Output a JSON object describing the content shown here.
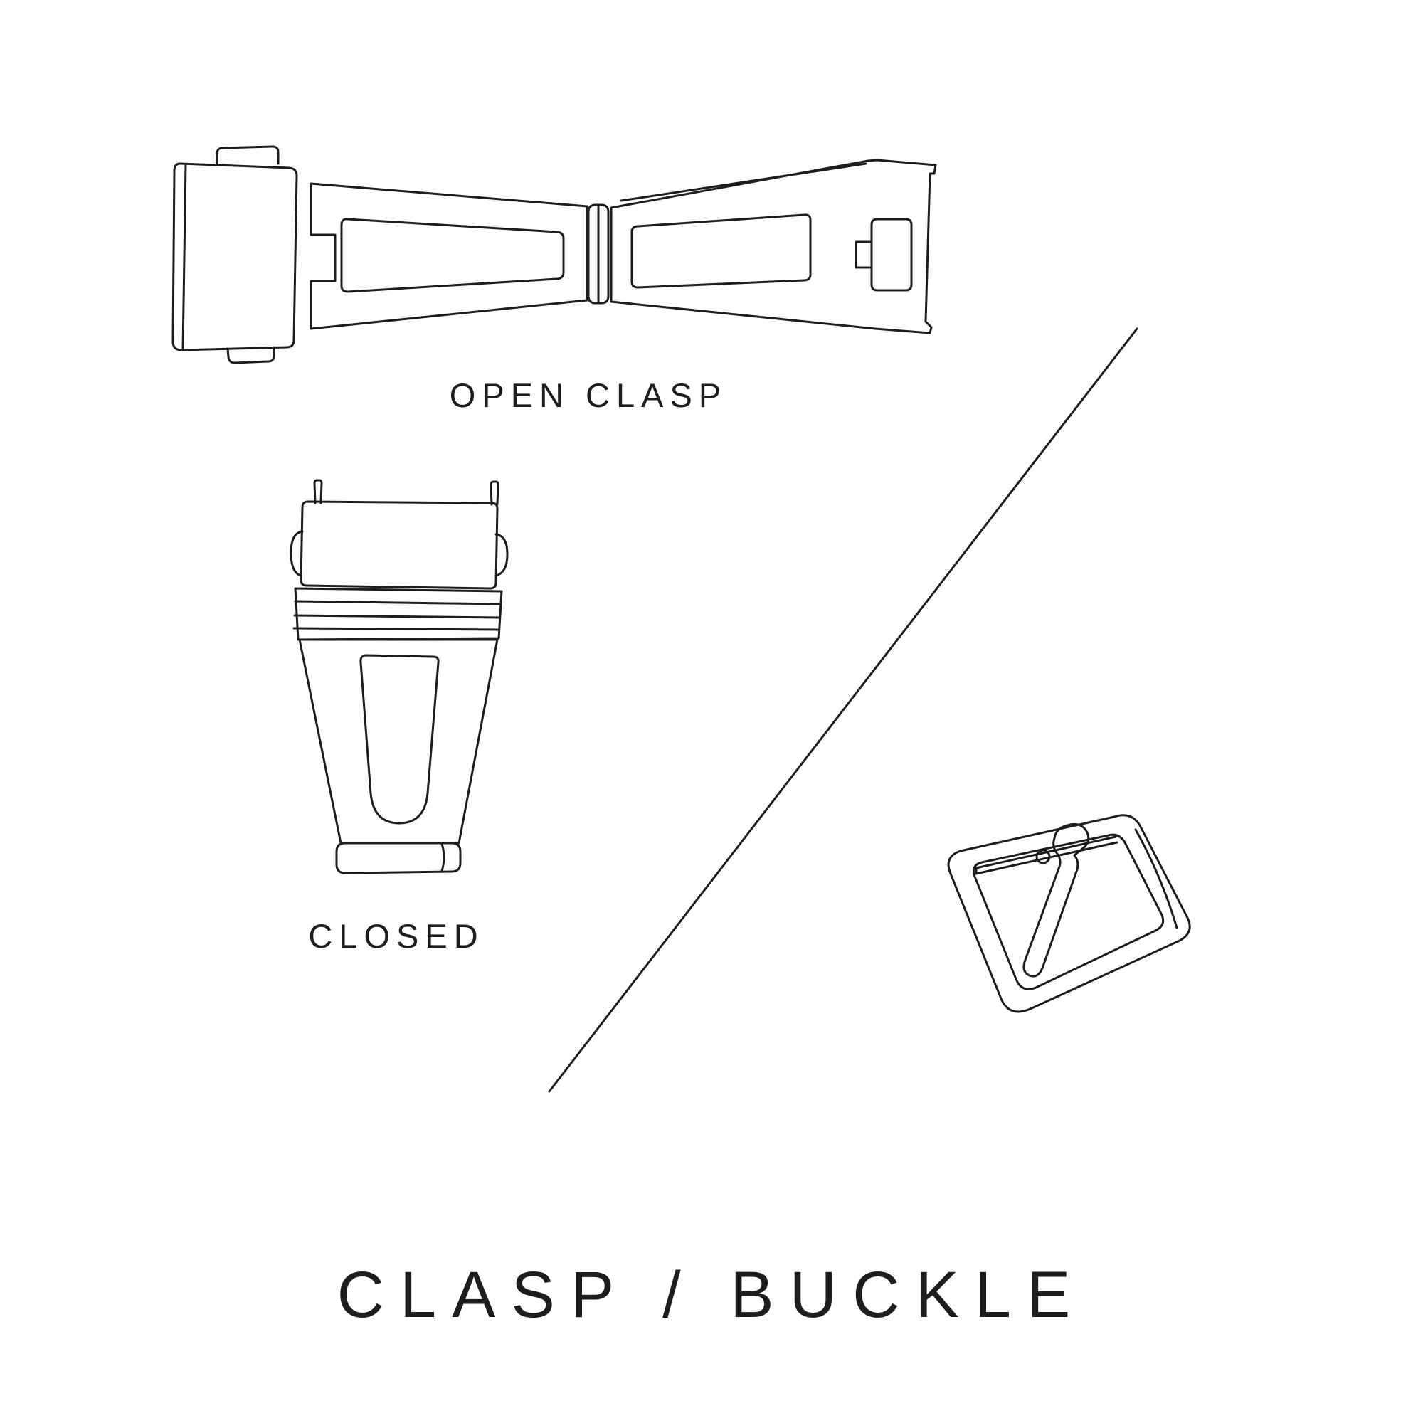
{
  "page": {
    "background_color": "#ffffff",
    "line_color": "#1d1d1b",
    "text_color": "#1d1d1b"
  },
  "labels": {
    "open_clasp": "OPEN CLASP",
    "closed": "CLOSED"
  },
  "title": "CLASP / BUCKLE",
  "illustrations": {
    "open_clasp": "open-clasp-line-drawing",
    "closed_clasp": "closed-clasp-line-drawing",
    "buckle": "tang-buckle-line-drawing",
    "divider": "diagonal-divider-line"
  }
}
